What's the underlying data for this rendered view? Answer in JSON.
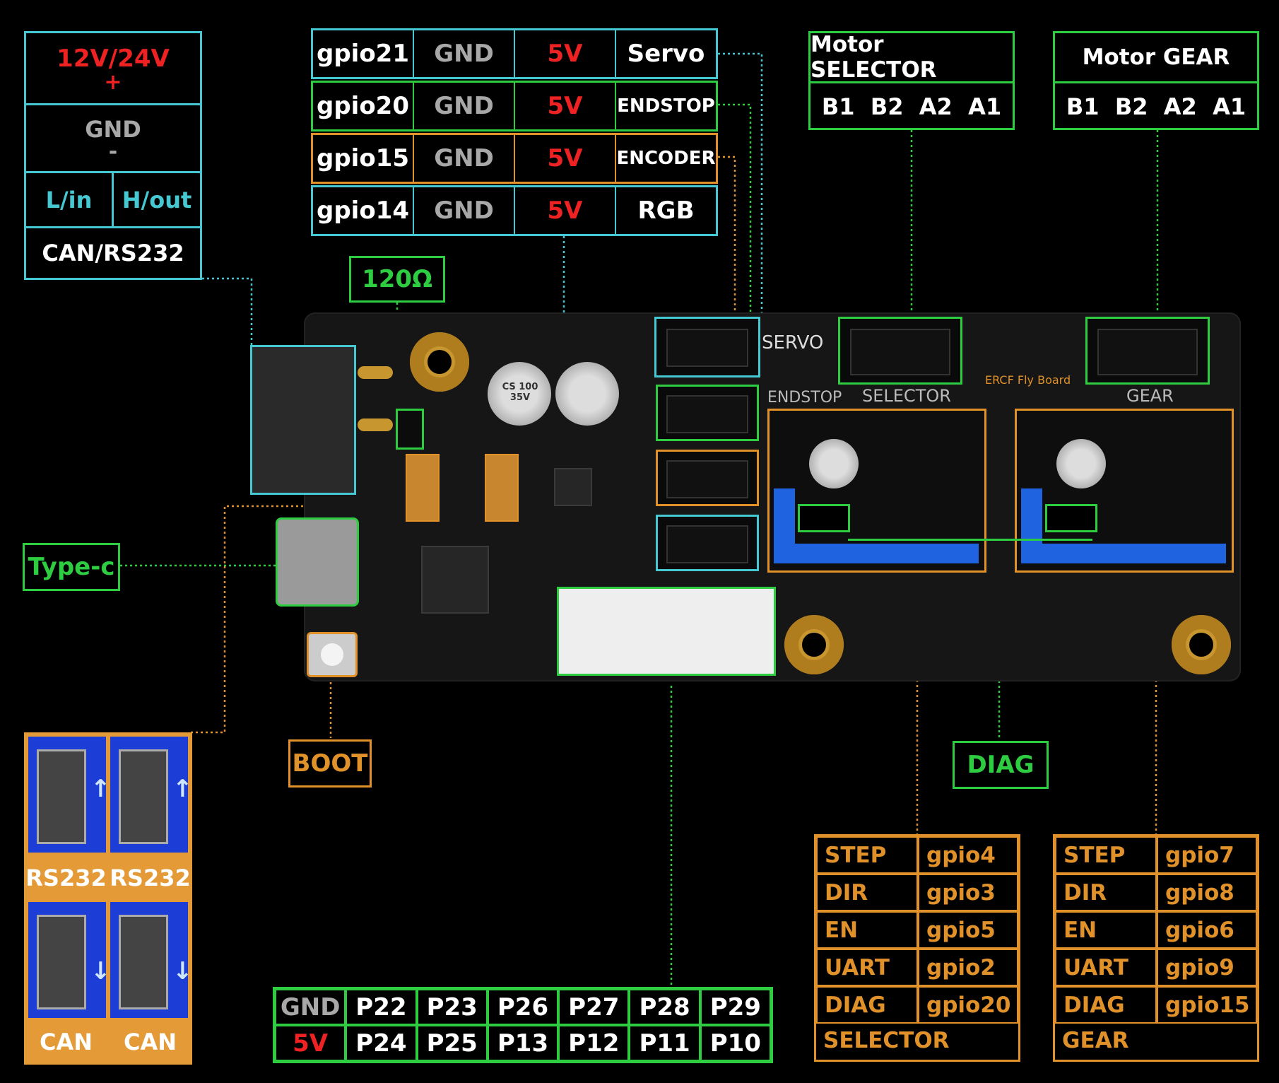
{
  "power_box": {
    "voltage": "12V/24V",
    "plus": "+",
    "gnd": "GND",
    "minus": "-",
    "lin": "L/in",
    "hout": "H/out",
    "bus": "CAN/RS232"
  },
  "gpio_table": {
    "rows": [
      {
        "gpio": "gpio21",
        "gnd": "GND",
        "v": "5V",
        "func": "Servo"
      },
      {
        "gpio": "gpio20",
        "gnd": "GND",
        "v": "5V",
        "func": "ENDSTOP"
      },
      {
        "gpio": "gpio15",
        "gnd": "GND",
        "v": "5V",
        "func": "ENCODER"
      },
      {
        "gpio": "gpio14",
        "gnd": "GND",
        "v": "5V",
        "func": "RGB"
      }
    ]
  },
  "resistor_label": "120Ω",
  "motor_selector": {
    "title": "Motor SELECTOR",
    "pins": "B1  B2  A2  A1"
  },
  "motor_gear": {
    "title": "Motor GEAR",
    "pins": "B1  B2  A2  A1"
  },
  "typec_label": "Type-c",
  "boot_label": "BOOT",
  "diag_label": "DIAG",
  "board": {
    "silk_servo": "SERVO",
    "silk_endstop": "ENDSTOP",
    "silk_selector": "SELECTOR",
    "silk_gear": "GEAR",
    "silk_brand": "ERCF Fly Board",
    "cap_text": "CS 100 35V"
  },
  "dip_switch": {
    "top_labels": [
      "RS232",
      "RS232"
    ],
    "bottom_labels": [
      "CAN",
      "CAN"
    ]
  },
  "header_table": {
    "row1": [
      "GND",
      "P22",
      "P23",
      "P26",
      "P27",
      "P28",
      "P29"
    ],
    "row2": [
      "5V",
      "P24",
      "P25",
      "P13",
      "P12",
      "P11",
      "P10"
    ]
  },
  "selector_pins": {
    "rows": [
      [
        "STEP",
        "gpio4"
      ],
      [
        "DIR",
        "gpio3"
      ],
      [
        "EN",
        "gpio5"
      ],
      [
        "UART",
        "gpio2"
      ],
      [
        "DIAG",
        "gpio20"
      ]
    ],
    "footer": "SELECTOR"
  },
  "gear_pins": {
    "rows": [
      [
        "STEP",
        "gpio7"
      ],
      [
        "DIR",
        "gpio8"
      ],
      [
        "EN",
        "gpio6"
      ],
      [
        "UART",
        "gpio9"
      ],
      [
        "DIAG",
        "gpio15"
      ]
    ],
    "footer": "GEAR"
  },
  "colors": {
    "cyan": "#46c8d2",
    "green": "#2ecc40",
    "orange": "#e0912a",
    "red": "#ee2222"
  }
}
